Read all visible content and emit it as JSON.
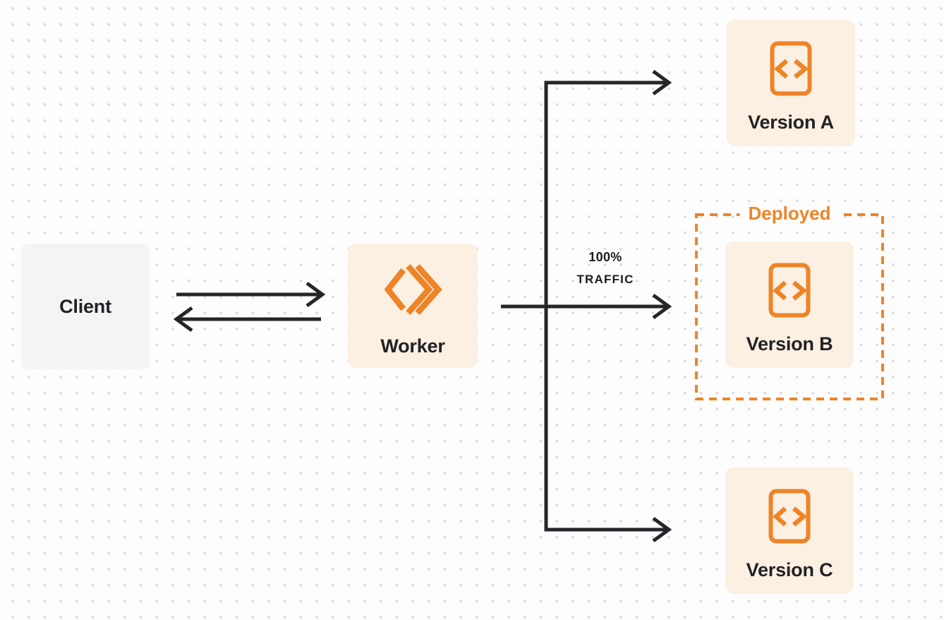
{
  "diagram": {
    "client": {
      "label": "Client"
    },
    "worker": {
      "label": "Worker",
      "icon": "workers-logo-icon"
    },
    "versions": [
      {
        "label": "Version A",
        "icon": "code-file-icon"
      },
      {
        "label": "Version B",
        "icon": "code-file-icon"
      },
      {
        "label": "Version C",
        "icon": "code-file-icon"
      }
    ],
    "deployed_badge": {
      "label": "Deployed"
    },
    "traffic_label": {
      "line1": "100%",
      "line2": "TRAFFIC"
    }
  },
  "colors": {
    "page_background": "#fdfdfd",
    "dot_grid": "#dcdcdc",
    "client_box_background": "#f4f4f6",
    "version_box_background": "#fbf0e1",
    "accent_orange": "#ED8428",
    "arrow_dark": "#25252a",
    "text_dark": "#222226"
  }
}
